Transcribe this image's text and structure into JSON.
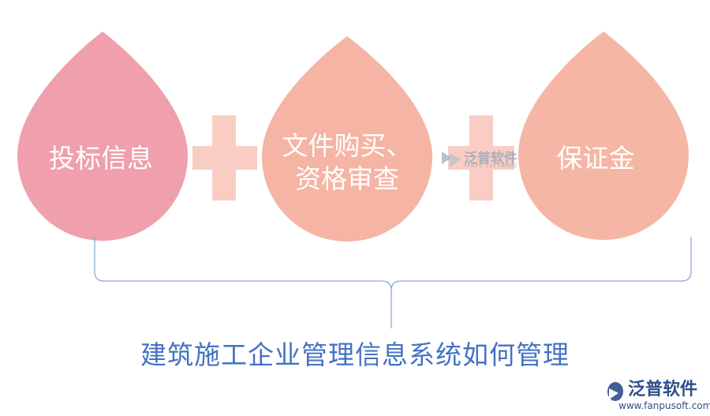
{
  "drops": [
    {
      "line1": "投标信息",
      "line2": "",
      "color": "#f09fad"
    },
    {
      "line1": "文件购买、",
      "line2": "资格审查",
      "color": "#f5b4a4"
    },
    {
      "line1": "保证金",
      "line2": "",
      "color": "#f6b6a5"
    }
  ],
  "plus_color": "#f9cdc3",
  "bracket_color": "#8fa8d6",
  "title": "建筑施工企业管理信息系统如何管理",
  "watermark_center": {
    "text": "泛普软件",
    "sub": "FANPU SOFTWARE"
  },
  "watermark_corner": {
    "text": "泛普软件",
    "url": "www.fanpusoft.com"
  }
}
